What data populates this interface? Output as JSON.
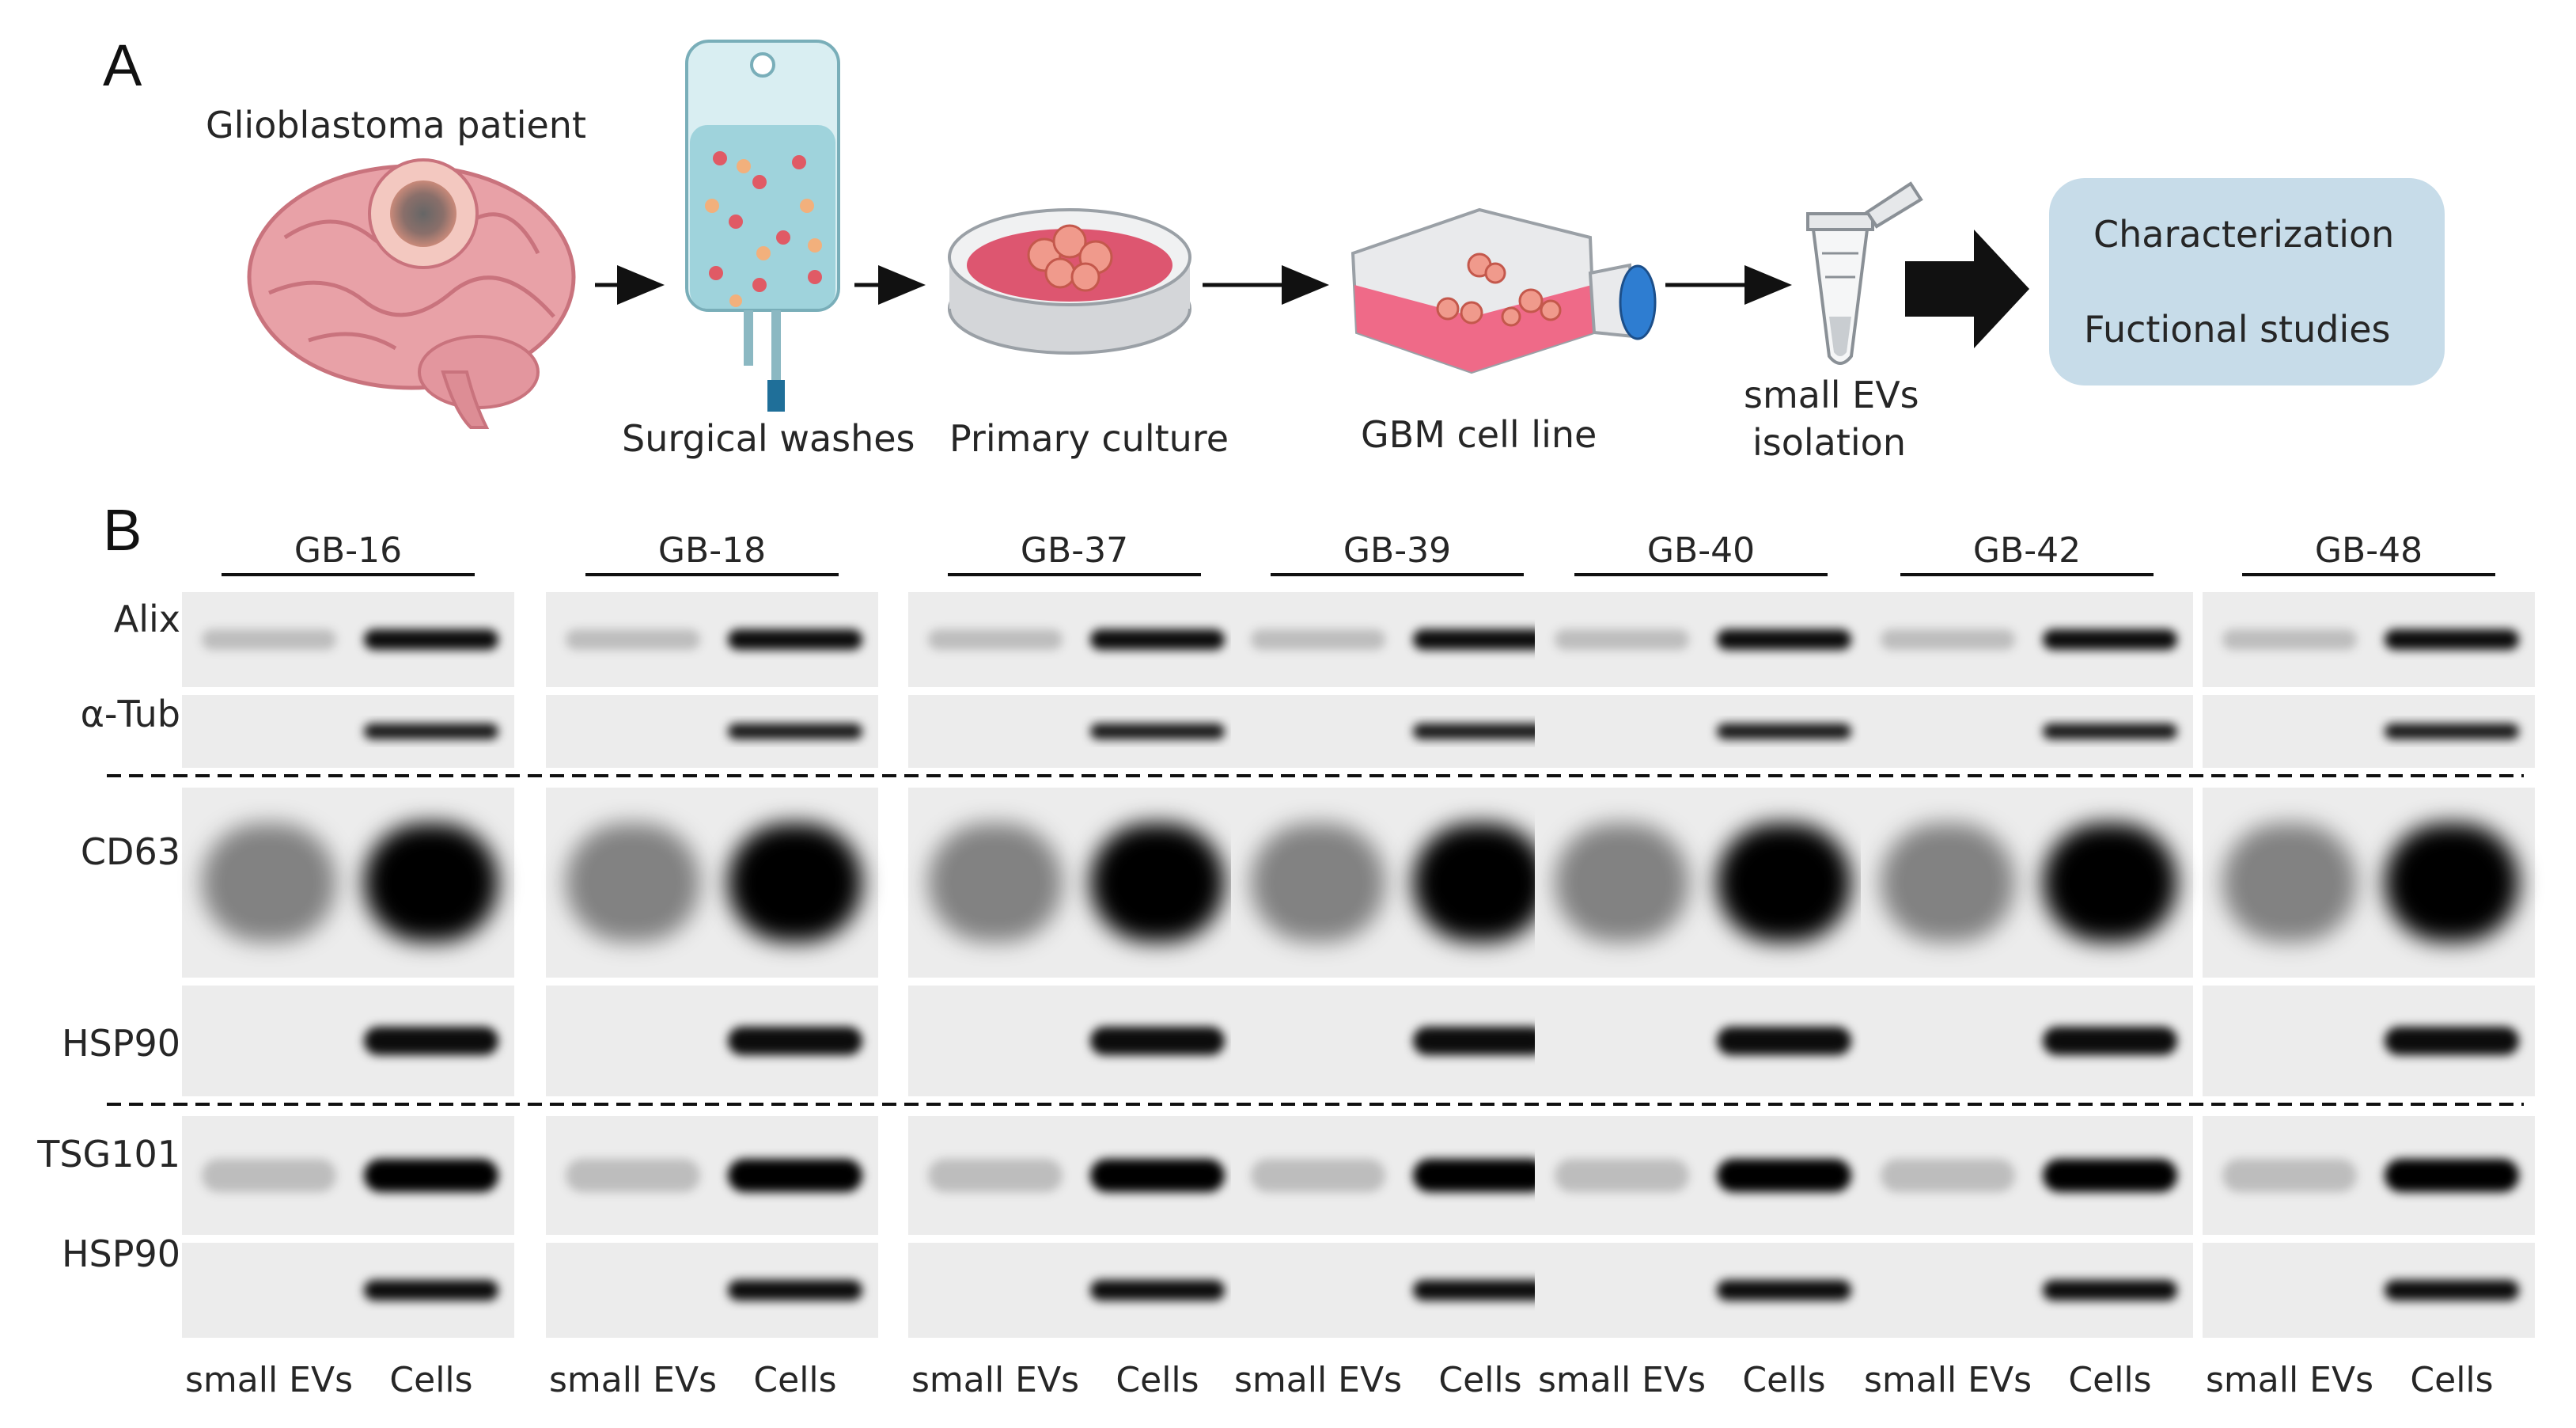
{
  "panel_a": {
    "letter": "A",
    "patient_label": "Glioblastoma patient",
    "steps": [
      "Surgical washes",
      "Primary culture",
      "GBM cell line"
    ],
    "isolation_label_1": "small EVs",
    "isolation_label_2": "isolation",
    "outcome_1": "Characterization",
    "outcome_2": "Fuctional studies",
    "colors": {
      "outcome_box": "#c7dce9",
      "brain": "#e8a1a7",
      "medium": "#dd5670",
      "cap": "#2e7dd1",
      "bag": "#9fd3dc"
    }
  },
  "panel_b": {
    "letter": "B",
    "samples": [
      "GB-16",
      "GB-18",
      "GB-37",
      "GB-39",
      "GB-40",
      "GB-42",
      "GB-48"
    ],
    "lane_labels": [
      "small EVs",
      "Cells"
    ],
    "markers": [
      "Alix",
      "α-Tub",
      "CD63",
      "HSP90",
      "TSG101",
      "HSP90"
    ],
    "blot_intensity": {
      "Alix": {
        "small_EVs": 0.2,
        "Cells": 0.95
      },
      "α-Tub": {
        "small_EVs": 0.0,
        "Cells": 0.9
      },
      "CD63": {
        "small_EVs": 0.45,
        "Cells": 1.0
      },
      "HSP90": {
        "small_EVs": 0.0,
        "Cells": 0.95
      },
      "TSG101": {
        "small_EVs": 0.2,
        "Cells": 1.0
      }
    }
  }
}
